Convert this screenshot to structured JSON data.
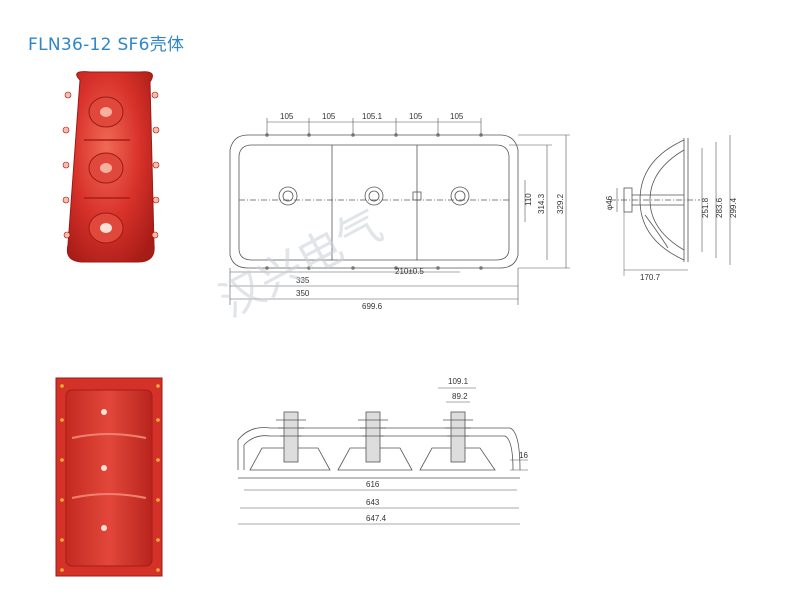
{
  "title": "FLN36-12  SF6壳体",
  "watermark": "汉兴电气",
  "colors": {
    "title": "#2f86c8",
    "housing_red": "#d8322a",
    "line": "#555555"
  },
  "top_view": {
    "dims": [
      "105",
      "105",
      "105.1",
      "105",
      "105",
      "335",
      "350",
      "699.6",
      "210±0.5",
      "110",
      "314.3",
      "329.2"
    ]
  },
  "side_view": {
    "dims": [
      "φ46",
      "251.8",
      "283.6",
      "299.4",
      "170.7"
    ]
  },
  "section_view": {
    "dims": [
      "109.1",
      "89.2",
      "16",
      "616",
      "643",
      "647.4"
    ]
  }
}
